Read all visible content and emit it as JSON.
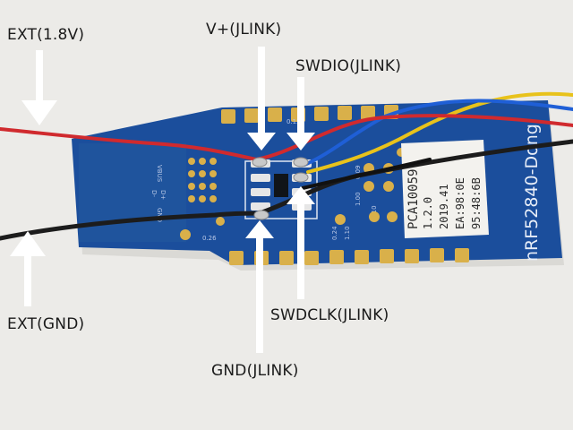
{
  "callouts": {
    "ext_supply": "EXT(1.8V)",
    "ext_ground": "EXT(GND)",
    "vplus": "V+(JLINK)",
    "swdio": "SWDIO(JLINK)",
    "swdclk": "SWDCLK(JLINK)",
    "gnd": "GND(JLINK)"
  },
  "board": {
    "model_label": "nRF52840-Dong",
    "sticker_lines": [
      "PCA10059",
      "1.2.0",
      "2019.41",
      "EA:98:0E",
      "95:48:6B"
    ],
    "left_pad_labels": [
      "VBUS",
      "D-",
      "D+",
      "GND"
    ],
    "pin_labels": [
      "0.26",
      "1.10",
      "0.24",
      "1.00",
      "0.09",
      "0.10",
      "0.15"
    ]
  },
  "colors": {
    "background": "#ecebe8",
    "pcb": "#1b4e9c",
    "pad_gold": "#d9b04a",
    "wire_red": "#d02a2e",
    "wire_black": "#1c1c1c",
    "wire_yellow": "#e8c21b",
    "wire_blue": "#1f5fd6",
    "sticker": "#f3f2ee"
  }
}
